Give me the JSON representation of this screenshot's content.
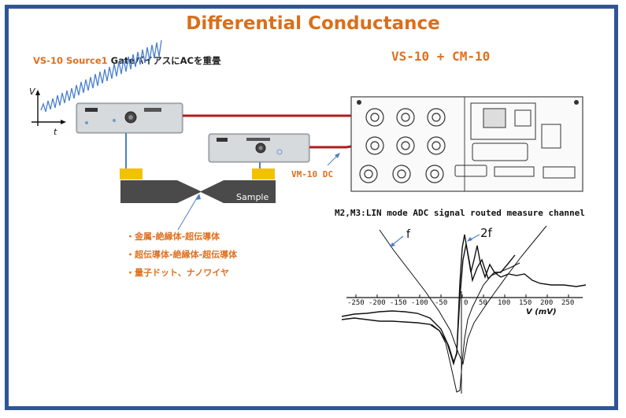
{
  "title": "Differential Conductance",
  "vs_source_label": "VS-10  Source1",
  "vs_source_jp": "GateバイアスにACを重畳",
  "vs_cm_label": "VS-10 + CM-10",
  "vm_label": "VM-10 DC",
  "sample_label": "Sample",
  "axis_v": "V",
  "axis_t": "t",
  "bullets": [
    "・金属-絶縁体-超伝導体",
    "・超伝導体-絶縁体-超伝導体",
    "・量子ドット、ナノワイヤ"
  ],
  "adc_caption": "M2,M3:LIN mode  ADC signal routed measure channel",
  "curve_f_label": "f",
  "curve_2f_label": "2f",
  "plot": {
    "x_ticks": [
      "-250",
      "-200",
      "-150",
      "-100",
      "-50",
      "0",
      "50",
      "100",
      "150",
      "200",
      "250"
    ],
    "x_axis_label": "V (mV)"
  },
  "colors": {
    "title": "#d96f1b",
    "frame": "#2f5597",
    "cable_red": "#b01c1c",
    "cable_blue": "#4d7fbf"
  }
}
